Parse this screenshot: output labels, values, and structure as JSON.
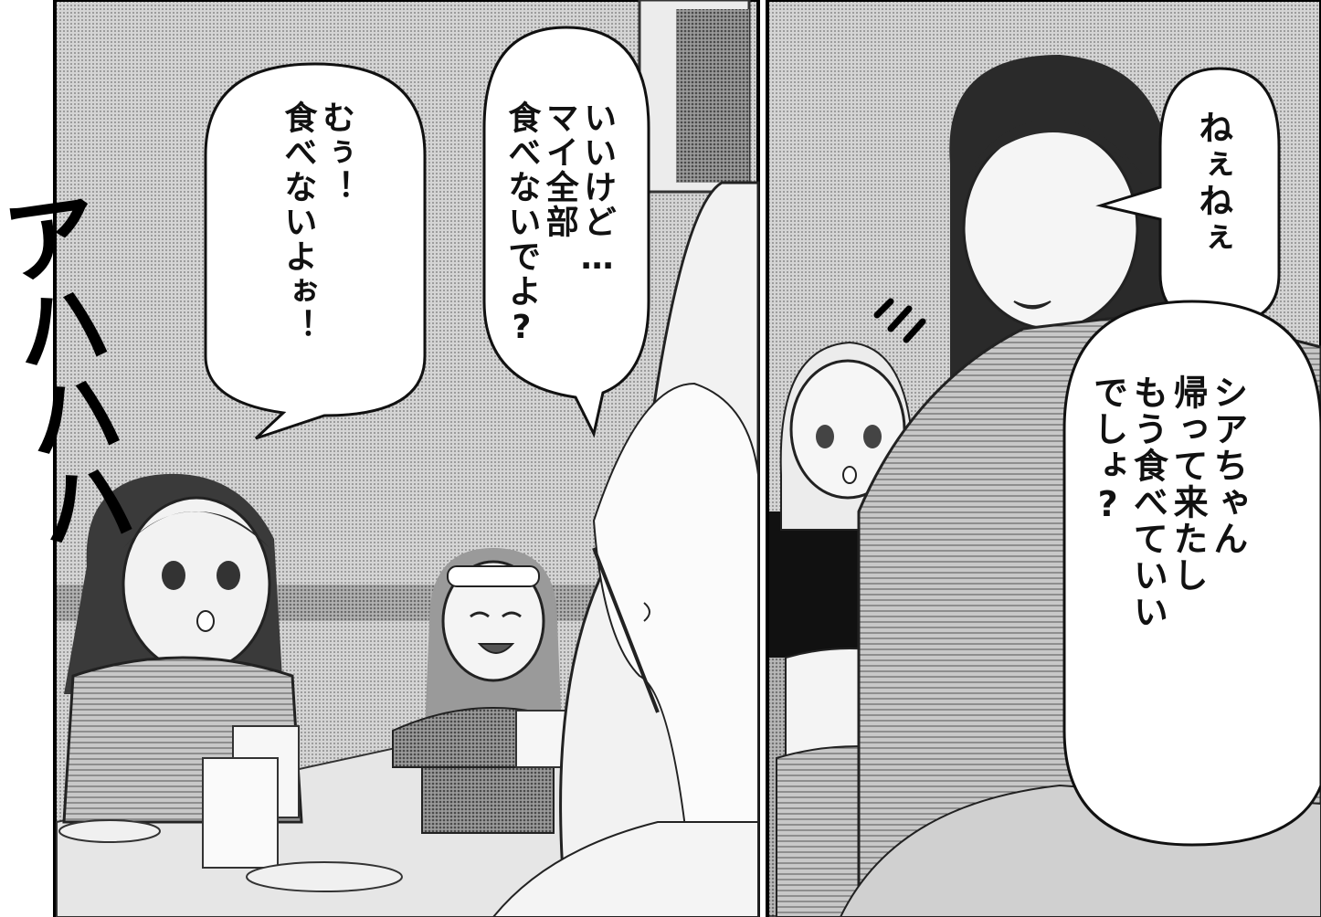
{
  "panel_left": {
    "bubble_top": {
      "lines": [
        "いいけど…",
        "マイ全部",
        "食べないでよ?"
      ]
    },
    "bubble_mid": {
      "lines": [
        "むぅ！",
        "食べないよぉ！"
      ]
    },
    "sfx": "アハハハ"
  },
  "panel_right": {
    "bubble_top": {
      "lines": [
        "ねぇねぇ"
      ]
    },
    "bubble_bottom": {
      "lines": [
        "シアちゃん",
        "帰って来たし",
        "もう食べていい",
        "でしょ?"
      ]
    },
    "sfx_small": "!!!"
  },
  "colors": {
    "ink": "#111111",
    "screen_tone": "#b8b8b8",
    "paper": "#ffffff"
  }
}
